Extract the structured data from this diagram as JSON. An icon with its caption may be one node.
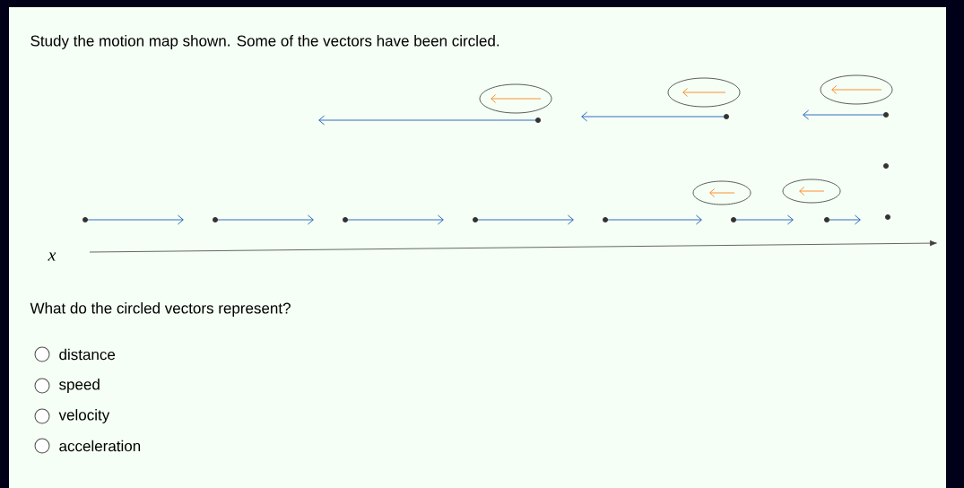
{
  "diagram": {
    "title": "Study the motion map shown. Some of the vectors have been circled.",
    "labels": [
      "x",
      "What do the circled vectors represent?",
      "distance",
      "speed",
      "velocity",
      "acceleration"
    ]
  }
}
